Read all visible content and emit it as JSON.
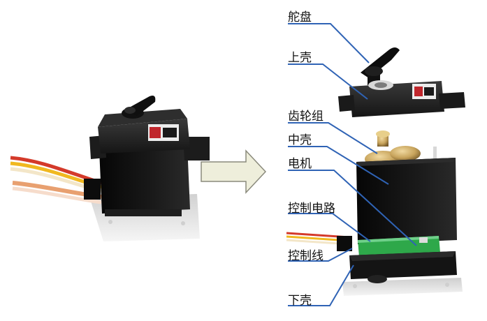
{
  "labels": {
    "horn": "舵盘",
    "upper_case": "上壳",
    "gear_set": "齿轮组",
    "middle_case": "中壳",
    "motor": "电机",
    "control_circuit": "控制电路",
    "control_wire": "控制线",
    "lower_case": "下壳"
  },
  "colors": {
    "leader_line": "#2f63b5",
    "arrow_fill": "#eeeedb",
    "arrow_stroke": "#8a8a7c",
    "servo_body": "#121212",
    "gear_gold": "#c8a45c",
    "pcb_green": "#2ea84a",
    "wire_red": "#d43a2a",
    "wire_yellow": "#f0b820",
    "wire_orange": "#e8a070"
  },
  "icons": {
    "assembled_servo": "servo-assembled-illustration",
    "exploded_servo": "servo-exploded-illustration",
    "arrow": "right-arrow-icon"
  }
}
